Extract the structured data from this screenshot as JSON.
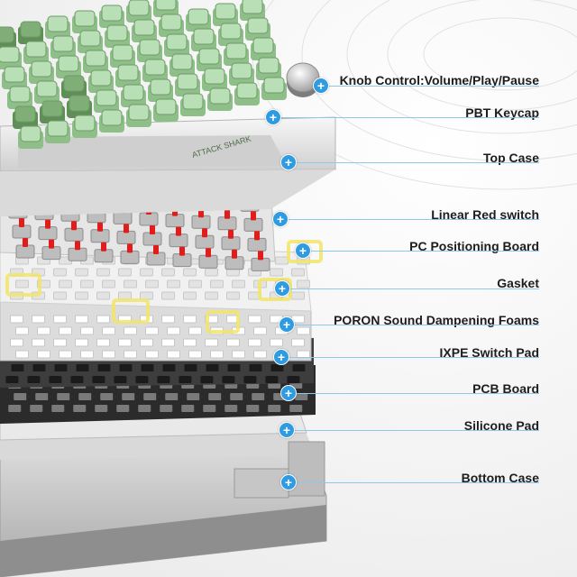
{
  "callouts": [
    {
      "id": "knob",
      "label": "Knob Control:Volume/Play/Pause",
      "icon": "plus-icon"
    },
    {
      "id": "keycap",
      "label": "PBT Keycap",
      "icon": "plus-icon"
    },
    {
      "id": "top-case",
      "label": "Top Case",
      "icon": "plus-icon"
    },
    {
      "id": "switch",
      "label": "Linear Red switch",
      "icon": "plus-icon"
    },
    {
      "id": "pc-board",
      "label": "PC Positioning Board",
      "icon": "plus-icon"
    },
    {
      "id": "gasket",
      "label": "Gasket",
      "icon": "plus-icon"
    },
    {
      "id": "poron",
      "label": "PORON Sound Dampening Foams",
      "icon": "plus-icon"
    },
    {
      "id": "ixpe",
      "label": "IXPE Switch Pad",
      "icon": "plus-icon"
    },
    {
      "id": "pcb",
      "label": "PCB Board",
      "icon": "plus-icon"
    },
    {
      "id": "silicone",
      "label": "Silicone Pad",
      "icon": "plus-icon"
    },
    {
      "id": "bottom-case",
      "label": "Bottom Case",
      "icon": "plus-icon"
    }
  ],
  "brand_mark": "ATTACK SHARK",
  "colors": {
    "accent": "#2f9be0",
    "callout_line": "#8fc9ea",
    "keycap_light": "#b8dfb6",
    "keycap_dark": "#7fae76",
    "switch_red": "#e21b1b",
    "gasket_highlight": "#f2e66a",
    "text": "#1d1d1d"
  }
}
